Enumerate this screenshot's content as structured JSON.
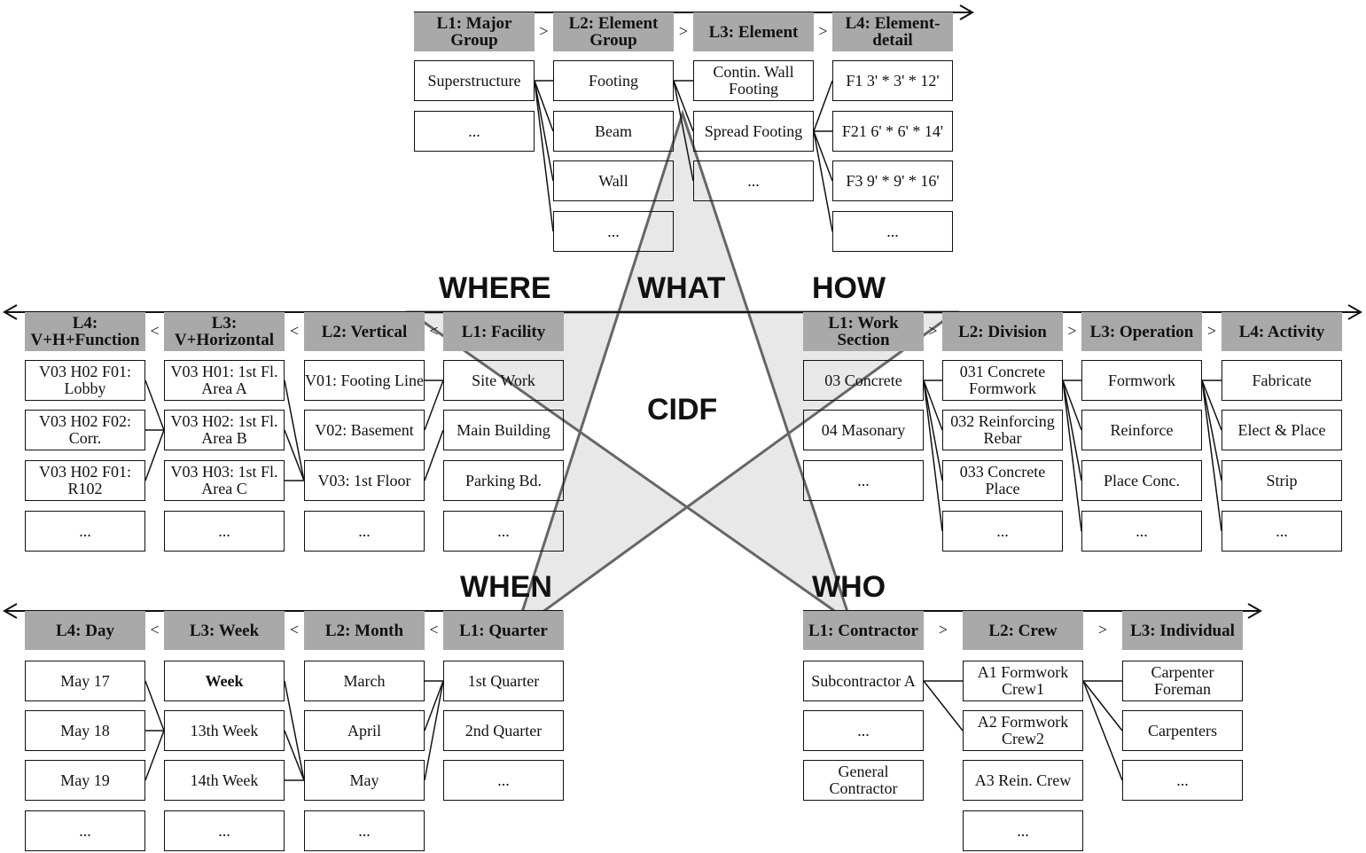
{
  "labels": {
    "where": "WHERE",
    "what": "WHAT",
    "how": "HOW",
    "center": "CIDF",
    "when": "WHEN",
    "who": "WHO"
  },
  "what": {
    "headers": [
      "L1: Major Group",
      "L2: Element Group",
      "L3: Element",
      "L4: Element-detail"
    ],
    "separator": ">",
    "columns": [
      [
        "Superstructure",
        "..."
      ],
      [
        "Footing",
        "Beam",
        "Wall",
        "..."
      ],
      [
        "Contin. Wall Footing",
        "Spread Footing",
        "..."
      ],
      [
        "F1 3'  * 3' * 12'",
        "F21 6'  * 6' * 14'",
        "F3 9'  * 9' * 16'",
        "..."
      ]
    ]
  },
  "where": {
    "headers": [
      "L4: V+H+Function",
      "L3: V+Horizontal",
      "L2: Vertical",
      "L1: Facility"
    ],
    "separator": "<",
    "columns": [
      [
        "V03 H02 F01: Lobby",
        "V03 H02 F02: Corr.",
        "V03 H02 F01: R102",
        "..."
      ],
      [
        "V03 H01: 1st Fl. Area A",
        "V03 H02: 1st Fl. Area B",
        "V03 H03: 1st Fl. Area C",
        "..."
      ],
      [
        "V01: Footing Line",
        "V02: Basement",
        "V03: 1st Floor",
        "..."
      ],
      [
        "Site Work",
        "Main Building",
        "Parking Bd.",
        "..."
      ]
    ]
  },
  "how": {
    "headers": [
      "L1: Work Section",
      "L2: Division",
      "L3: Operation",
      "L4: Activity"
    ],
    "separator": ">",
    "columns": [
      [
        "03 Concrete",
        "04 Masonary",
        "..."
      ],
      [
        "031 Concrete Formwork",
        "032 Reinforcing Rebar",
        "033 Concrete Place",
        "..."
      ],
      [
        "Formwork",
        "Reinforce",
        "Place Conc.",
        "..."
      ],
      [
        "Fabricate",
        "Elect & Place",
        "Strip",
        "..."
      ]
    ]
  },
  "when": {
    "headers": [
      "L4: Day",
      "L3: Week",
      "L2: Month",
      "L1: Quarter"
    ],
    "separator": "<",
    "columns": [
      [
        "May 17",
        "May 18",
        "May 19",
        "..."
      ],
      [
        "Week",
        "13th Week",
        "14th Week",
        "..."
      ],
      [
        "March",
        "April",
        "May",
        "..."
      ],
      [
        "1st Quarter",
        "2nd Quarter",
        "..."
      ]
    ]
  },
  "who": {
    "headers": [
      "L1: Contractor",
      "L2: Crew",
      "L3: Individual"
    ],
    "separator": ">",
    "columns": [
      [
        "Subcontractor A",
        "...",
        "General Contractor"
      ],
      [
        "A1 Formwork Crew1",
        "A2 Formwork Crew2",
        "A3 Rein. Crew",
        "..."
      ],
      [
        "Carpenter Foreman",
        "Carpenters",
        "..."
      ]
    ]
  }
}
